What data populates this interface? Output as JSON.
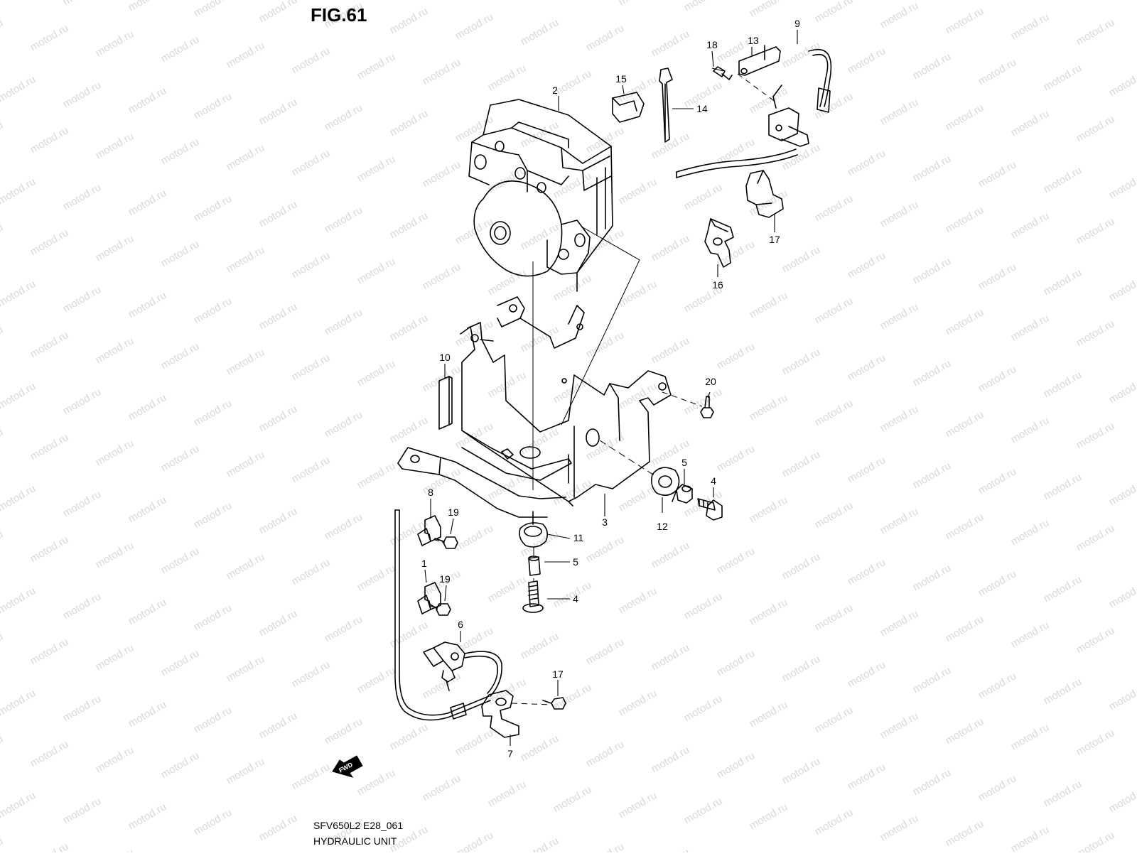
{
  "figure": {
    "title": "FIG.61",
    "code": "SFV650L2 E28_061",
    "caption": "HYDRAULIC UNIT"
  },
  "watermark": {
    "text": "motod.ru",
    "color": "#d9d9d9"
  },
  "fwd_label": "FWD",
  "callouts": [
    {
      "id": "c2",
      "label": "2"
    },
    {
      "id": "c3",
      "label": "3"
    },
    {
      "id": "c4a",
      "label": "4"
    },
    {
      "id": "c4b",
      "label": "4"
    },
    {
      "id": "c5a",
      "label": "5"
    },
    {
      "id": "c5b",
      "label": "5"
    },
    {
      "id": "c6",
      "label": "6"
    },
    {
      "id": "c7",
      "label": "7"
    },
    {
      "id": "c8",
      "label": "8"
    },
    {
      "id": "c9",
      "label": "9"
    },
    {
      "id": "c10",
      "label": "10"
    },
    {
      "id": "c11",
      "label": "11"
    },
    {
      "id": "c12",
      "label": "12"
    },
    {
      "id": "c13",
      "label": "13"
    },
    {
      "id": "c14",
      "label": "14"
    },
    {
      "id": "c15",
      "label": "15"
    },
    {
      "id": "c16",
      "label": "16"
    },
    {
      "id": "c17a",
      "label": "17"
    },
    {
      "id": "c17b",
      "label": "17"
    },
    {
      "id": "c18",
      "label": "18"
    },
    {
      "id": "c19a",
      "label": "19"
    },
    {
      "id": "c19b",
      "label": "19"
    },
    {
      "id": "c1",
      "label": "1"
    },
    {
      "id": "c20",
      "label": "20"
    }
  ]
}
